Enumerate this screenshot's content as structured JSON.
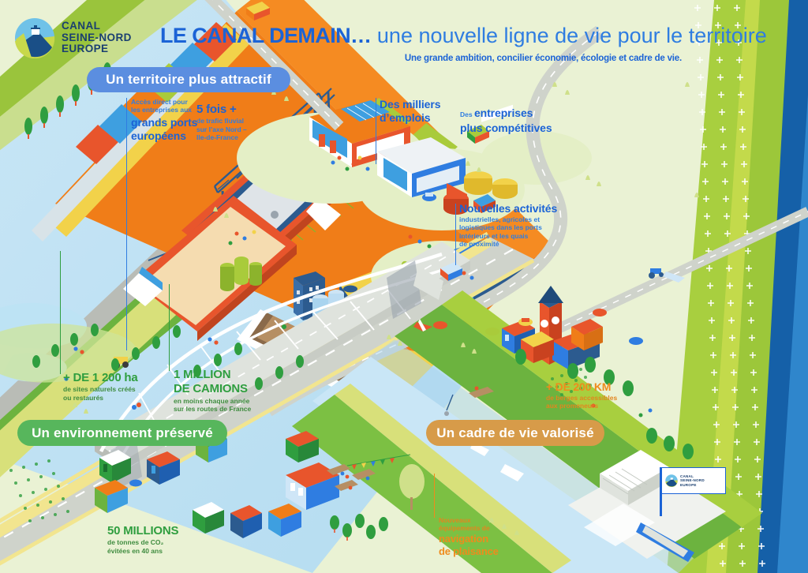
{
  "brand": {
    "logo_line1": "CANAL",
    "logo_line2": "SEINE-NORD",
    "logo_line3": "EUROPE",
    "colors": {
      "blue": "#1b63d6",
      "light_blue": "#5b8ee0",
      "green": "#57b65c",
      "orange": "#ef8b1c",
      "tan": "#d79b49",
      "dark_navy": "#1a3f70",
      "bg": "#eaf2d4",
      "water": "#bfe0f2",
      "grass": "#8dc63f"
    }
  },
  "header": {
    "title_bold": "LE CANAL DEMAIN…",
    "title_light": " une nouvelle ligne de vie pour le territoire",
    "subtitle": "Une grande ambition, concilier économie, écologie et cadre de vie."
  },
  "pills": [
    {
      "id": "attractif",
      "label": "Un territoire plus attractif"
    },
    {
      "id": "environnement",
      "label": "Un environnement préservé"
    },
    {
      "id": "cadre",
      "label": "Un cadre de vie valorisé"
    }
  ],
  "callouts": {
    "ports": {
      "pre1": "Accès direct pour",
      "pre2": "les entreprises aux",
      "big1": "grands ports",
      "big2": "européens"
    },
    "trafic": {
      "big": "5 fois +",
      "l1": "de trafic fluvial",
      "l2": "sur l’axe Nord –",
      "l3": "Ile-de-France"
    },
    "emplois": {
      "big1": "Des milliers",
      "big2": "d’emplois"
    },
    "entreprises": {
      "pre": "Des ",
      "big1": "entreprises",
      "big2": "plus compétitives"
    },
    "activites": {
      "big": "Nouvelles activités",
      "l1": "industrielles, agricoles et",
      "l2": "logistiques dans les ports",
      "l3": "intérieurs et les quais",
      "l4": "de proximité"
    },
    "sites": {
      "big": "+ DE 1 200 ha",
      "l1": "de sites naturels créés",
      "l2": "ou restaurés"
    },
    "camions": {
      "big1": "1 MILLION",
      "big2": "DE CAMIONS",
      "l1": "en moins chaque année",
      "l2": "sur les routes de France"
    },
    "berges": {
      "big": "+ DE 200 KM",
      "l1": "de berges accessibles",
      "l2": "aux promeneurs"
    },
    "co2": {
      "big": "50 MILLIONS",
      "l1": "de tonnes de CO₂",
      "l2": "évitées en 40 ans"
    },
    "plaisance": {
      "l1": "Nouveaux",
      "l2": "équipements de",
      "big1": "navigation",
      "big2": "de plaisance"
    }
  },
  "marina_sign": {
    "line1": "CANAL",
    "line2": "SEINE-NORD",
    "line3": "EUROPE"
  }
}
